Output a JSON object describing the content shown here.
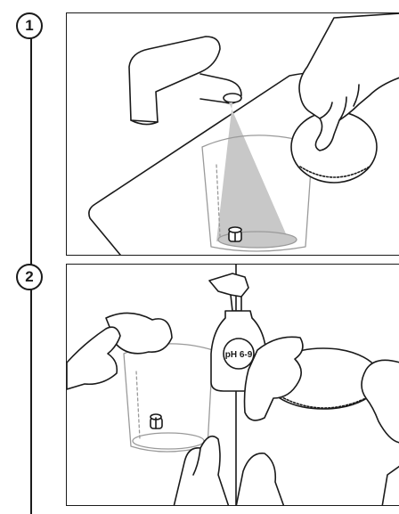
{
  "steps": [
    {
      "number": "1"
    },
    {
      "number": "2"
    }
  ],
  "bottle_label": "pH 6-9",
  "colors": {
    "stroke": "#1a1a1a",
    "water": "#c8c8c8",
    "glass": "#9a9a9a"
  }
}
